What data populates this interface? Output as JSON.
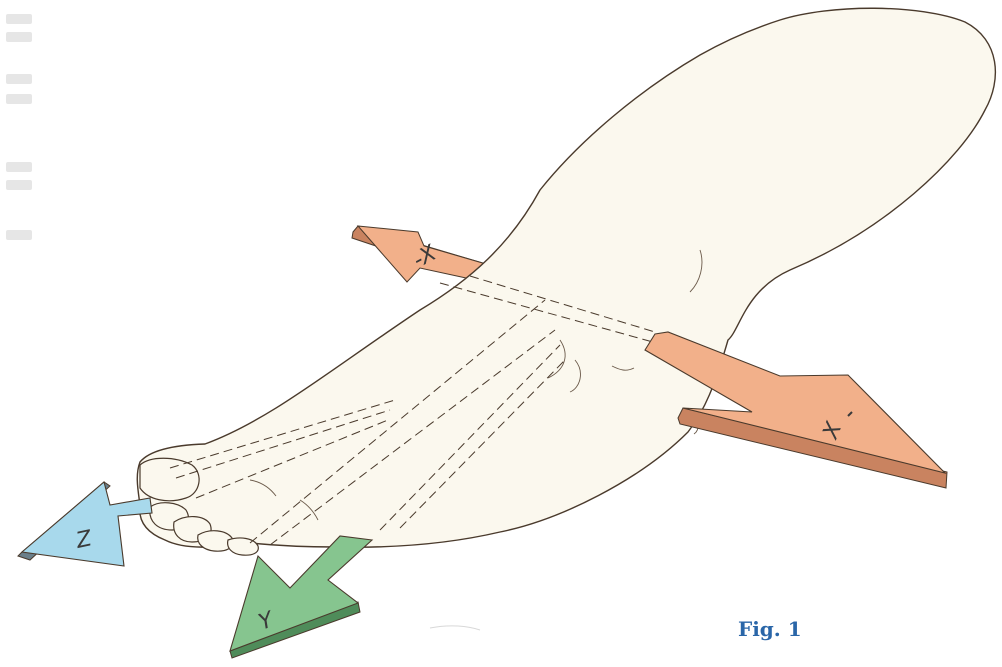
{
  "caption": "Fig. 1",
  "axes": {
    "x_neg": {
      "label": "-X",
      "color": "#f2b08a"
    },
    "x_pos": {
      "label": "X",
      "color": "#f2b08a"
    },
    "y": {
      "label": "Y",
      "color": "#86c58f"
    },
    "z": {
      "label": "Z",
      "color": "#a8d9ec"
    }
  },
  "colors": {
    "skin": "#fbf8ee",
    "outline": "#4a3a2c",
    "caption": "#2a66a8"
  }
}
